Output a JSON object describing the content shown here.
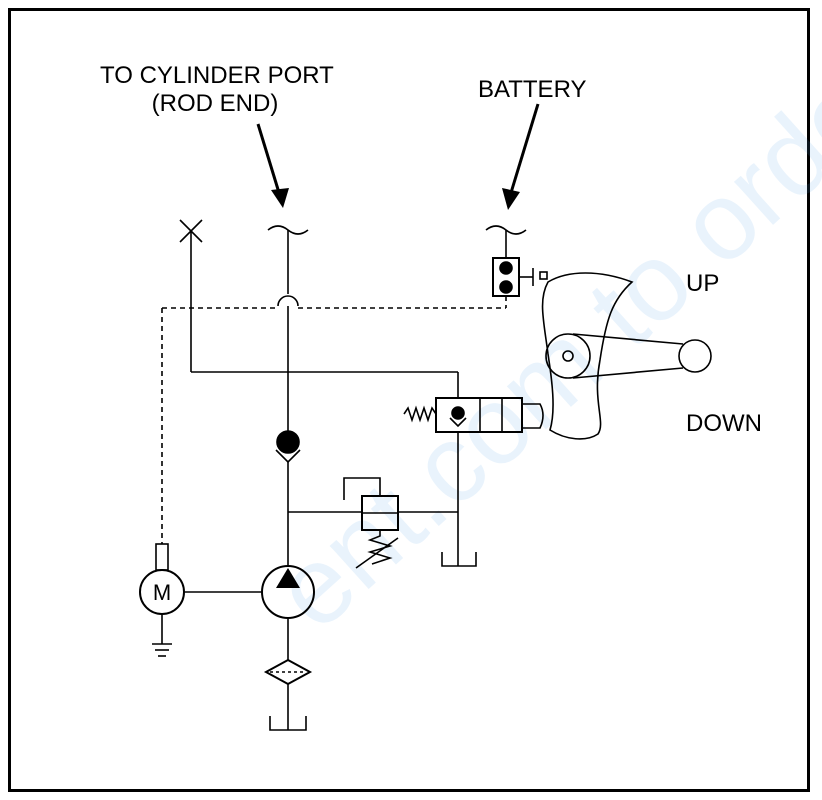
{
  "labels": {
    "cylinder_line1": "TO CYLINDER PORT",
    "cylinder_line2": "(ROD END)",
    "battery": "BATTERY",
    "up": "UP",
    "down": "DOWN",
    "motor": "M"
  },
  "watermark": {
    "text": "ent.com to order w"
  },
  "colors": {
    "line": "#000000",
    "background": "#ffffff",
    "watermark": "#5aa6ea"
  }
}
